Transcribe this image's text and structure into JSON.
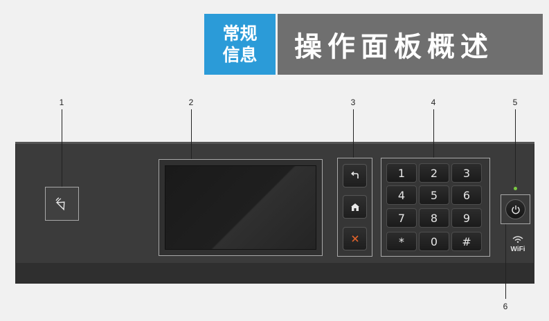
{
  "header": {
    "badge_line1": "常规",
    "badge_line2": "信息",
    "title": "操作面板概述",
    "badge_color": "#2b9bd8",
    "title_bg_color": "#6f6f6f"
  },
  "callouts": [
    "1",
    "2",
    "3",
    "4",
    "5",
    "6"
  ],
  "panel": {
    "nfc_icon": "nfc-icon",
    "screen_name": "touchscreen-lcd",
    "nav_buttons": [
      {
        "name": "back-button",
        "icon": "back-arrow-icon",
        "glyph": "⮌"
      },
      {
        "name": "home-button",
        "icon": "home-icon",
        "glyph": "⌂"
      },
      {
        "name": "cancel-button",
        "icon": "cancel-icon",
        "glyph": "✕",
        "color": "#e0622a"
      }
    ],
    "keypad": [
      "1",
      "2",
      "3",
      "4",
      "5",
      "6",
      "7",
      "8",
      "9",
      "*",
      "0",
      "#"
    ],
    "led_color": "#7ac943",
    "power_icon": "power-icon",
    "wifi_label": "WiFi"
  }
}
